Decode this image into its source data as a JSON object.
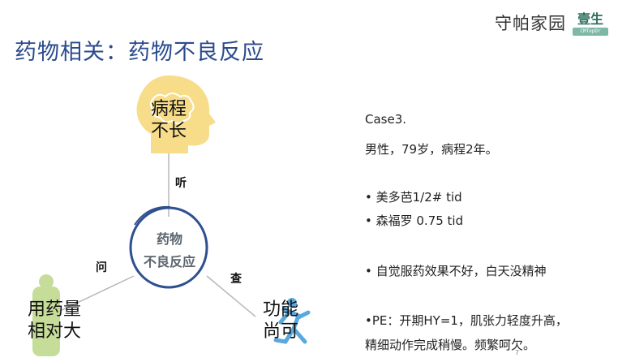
{
  "header": {
    "brand": "守帕家园",
    "logo_text": "壹生",
    "logo_sub": "CMTopDr"
  },
  "slide": {
    "title": "药物相关：药物不良反应"
  },
  "diagram": {
    "center_lines": [
      "药物",
      "不良反应"
    ],
    "top_lines": [
      "病程",
      "不长"
    ],
    "left_lines": [
      "用药量",
      "相对大"
    ],
    "right_lines": [
      "功能",
      "尚可"
    ],
    "edge_top": "听",
    "edge_left": "问",
    "edge_right": "查"
  },
  "case": {
    "title": "Case3.",
    "summary": "男性，79岁，病程2年。",
    "med1": "• 美多芭1/2# tid",
    "med2": "• 森福罗 0.75 tid",
    "complaint": "• 自觉服药效果不好，白天没精神",
    "pe1": "•PE：开期HY=1，肌张力轻度升高，",
    "pe2": "精细动作完成稍慢。频繁呵欠。"
  },
  "page_number": "7",
  "colors": {
    "title": "#2a4b8d",
    "circle": "#2f4f8f",
    "head": "#f7dd8a",
    "figure_green": "#c6dd9a",
    "figure_blue": "#5aa8dc",
    "lines": "#b8b8b8"
  }
}
